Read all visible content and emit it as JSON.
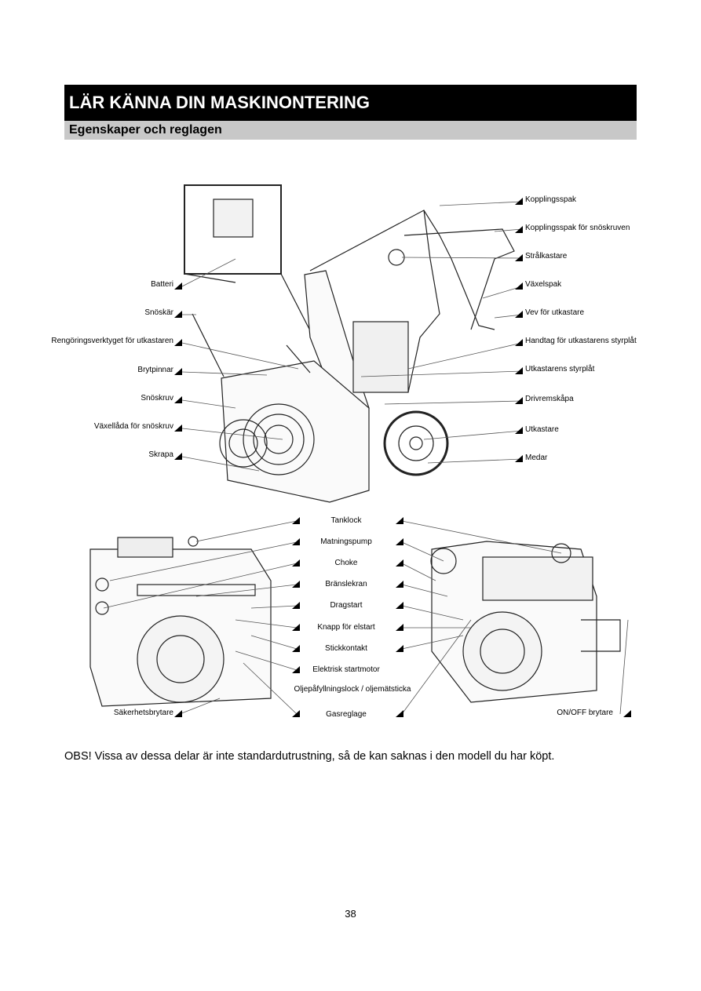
{
  "header": {
    "title": "LÄR KÄNNA DIN MASKINONTERING",
    "subtitle": "Egenskaper och reglagen"
  },
  "snowblower": {
    "left_labels": [
      "Batteri",
      "Snöskär",
      "Rengöringsverktyget för utkastaren",
      "Brytpinnar",
      "Snöskruv",
      "Växellåda för snöskruv",
      "Skrapa"
    ],
    "right_labels": [
      "Kopplingsspak",
      "Kopplingsspak för snöskruven",
      "Strålkastare",
      "Växelspak",
      "Vev för utkastare",
      "Handtag för utkastarens styrplåt",
      "Utkastarens styrplåt",
      "Drivremskåpa",
      "Utkastare",
      "Medar"
    ]
  },
  "engine": {
    "center_labels": [
      "Tanklock",
      "Matningspump",
      "Choke",
      "Bränslekran",
      "Dragstart",
      "Knapp för elstart",
      "Stickkontakt",
      "Elektrisk startmotor",
      "Oljepåfyllningslock / oljemätsticka",
      "Gasreglage"
    ],
    "left_label": "Säkerhetsbrytare",
    "right_label": "ON/OFF brytare"
  },
  "note": "OBS! Vissa av dessa delar är inte standardutrustning, så de kan saknas i den modell du har köpt.",
  "page_number": "38"
}
